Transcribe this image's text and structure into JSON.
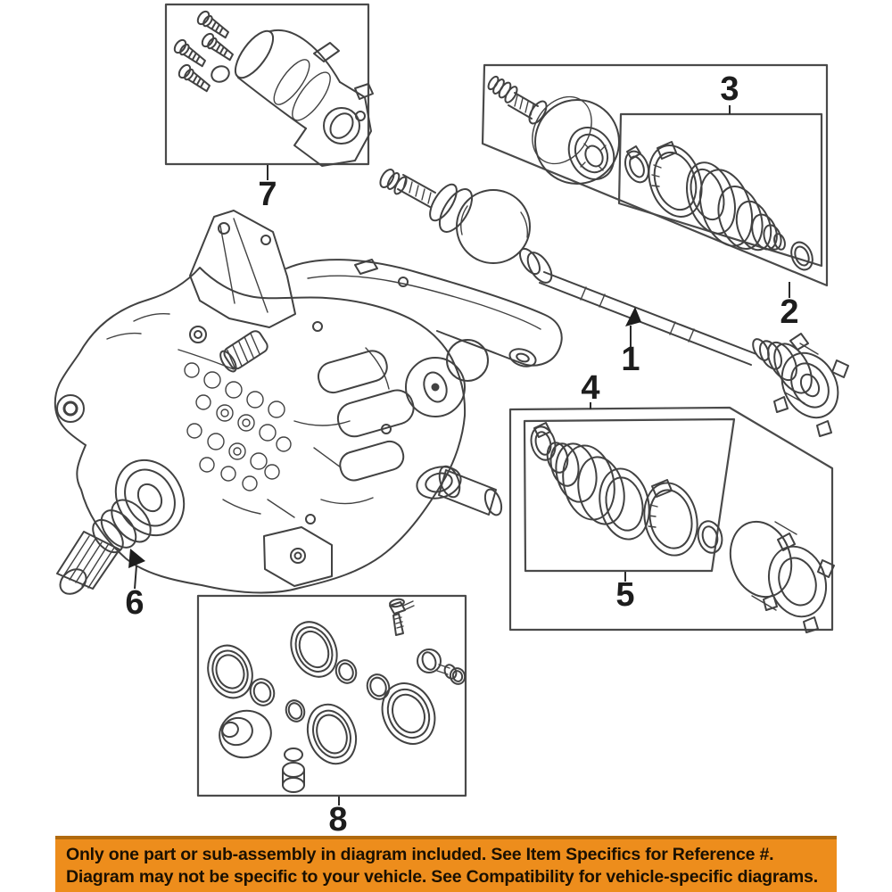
{
  "figure": {
    "kind": "exploded-parts-diagram",
    "line_color": "#424242",
    "background": "#FFFFFF"
  },
  "callouts": {
    "item1": {
      "label": "1"
    },
    "item2": {
      "label": "2"
    },
    "item3": {
      "label": "3"
    },
    "item4": {
      "label": "4"
    },
    "item5": {
      "label": "5"
    },
    "item6": {
      "label": "6"
    },
    "item7": {
      "label": "7"
    },
    "item8": {
      "label": "8"
    }
  },
  "banner": {
    "line1": "Only one part or sub-assembly in diagram included. See Item Specifics for Reference #.",
    "line2": "Diagram may not be specific to your vehicle. See Compatibility for vehicle-specific diagrams.",
    "background_color": "#ED8D1C",
    "border_color": "#B16A0E",
    "text_color": "#1A1002"
  }
}
